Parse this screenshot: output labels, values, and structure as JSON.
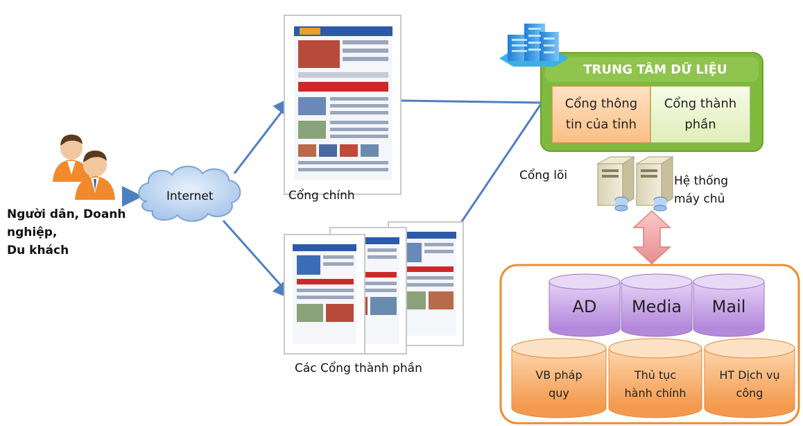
{
  "users": {
    "lines": [
      "Người dân, Doanh",
      "nghiệp,",
      "Du khách"
    ]
  },
  "network": {
    "internet_label": "Internet"
  },
  "portals": {
    "main_label": "Cổng chính",
    "sub_label": "Các Cổng thành phần"
  },
  "data_center": {
    "title": "TRUNG TÂM DỮ LIỆU",
    "cell_left": [
      "Cổng thông",
      "tin của tỉnh"
    ],
    "cell_right": [
      "Cổng thành",
      "phần"
    ],
    "core_label": "Cổng lõi",
    "servers_label": [
      "Hệ thống",
      "máy chủ"
    ]
  },
  "databases": {
    "top": [
      "AD",
      "Media",
      "Mail"
    ],
    "bottom": [
      [
        "VB pháp",
        "quy"
      ],
      [
        "Thủ tục",
        "hành chính"
      ],
      [
        "HT Dịch vụ",
        "công"
      ]
    ]
  },
  "colors": {
    "connector": "#4f7fbf",
    "data_center_green": "#7fb93e",
    "db_purple": "#c9a6e6",
    "db_orange": "#f7b071",
    "storage_frame": "#f08a2c",
    "sync_arrow": "#f4a7a7"
  }
}
